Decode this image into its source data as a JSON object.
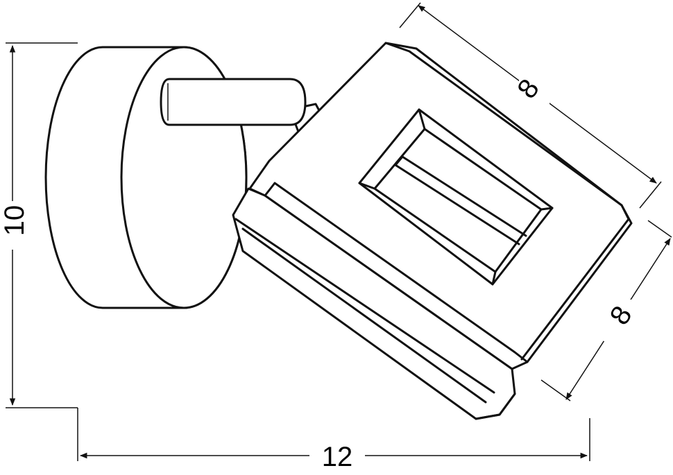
{
  "dimensions": {
    "height": "10",
    "width": "12",
    "shade_side_top": "8",
    "shade_side_right": "8"
  },
  "colors": {
    "line": "#111111",
    "background": "#ffffff"
  }
}
